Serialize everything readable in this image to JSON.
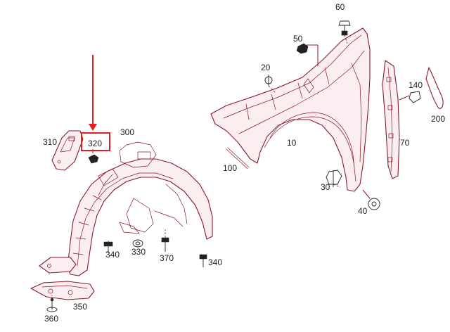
{
  "parts": {
    "p10": "10",
    "p20": "20",
    "p30": "30",
    "p40": "40",
    "p50": "50",
    "p60": "60",
    "p70": "70",
    "p100": "100",
    "p140": "140",
    "p200": "200",
    "p300": "300",
    "p310": "310",
    "p320": "320",
    "p330": "330",
    "p340a": "340",
    "p340b": "340",
    "p350": "350",
    "p360": "360",
    "p370": "370"
  },
  "highlight": {
    "part": "320",
    "color": "#e02020"
  },
  "colors": {
    "outline": "#8b1a2b",
    "hardware": "#222222",
    "background": "#ffffff"
  }
}
